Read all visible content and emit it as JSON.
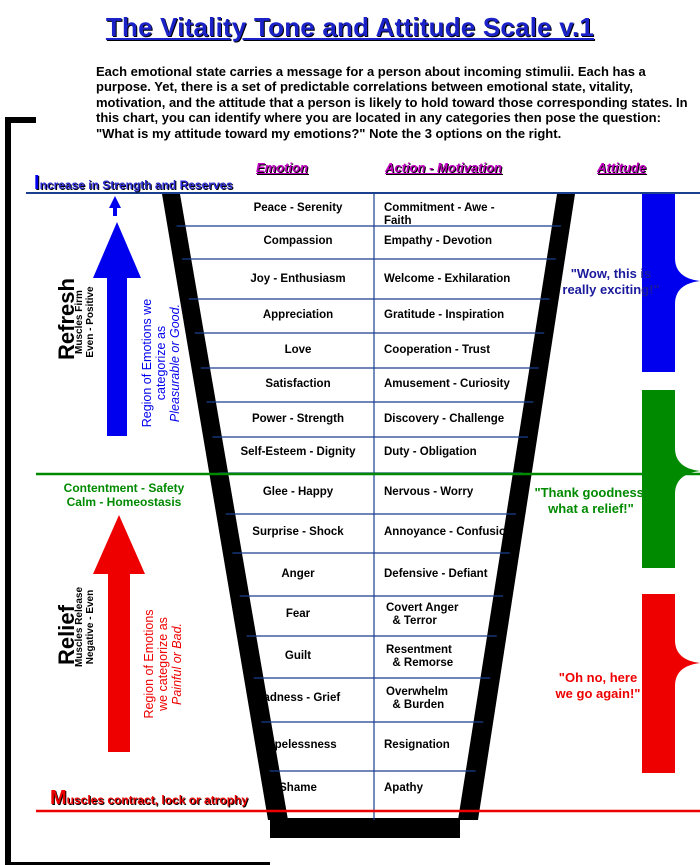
{
  "title": "The Vitality Tone and Attitude Scale v.1",
  "intro": "Each emotional state carries a message for a person about incoming stimulii. Each has a purpose. Yet, there is a set of predictable correlations between emotional state, vitality, motivation, and the attitude that a person is likely to hold toward those corresponding states. In this chart, you can identify where you are located in any categories then pose the question: \"What is my attitude toward my emotions?\" Note the 3 options on the right.",
  "headers": {
    "emotion": "Emotion",
    "action": "Action - Motivation",
    "attitude": "Attitude"
  },
  "top_bar": {
    "initial": "I",
    "rest": "ncrease in Strength and Reserves"
  },
  "bottom_bar": {
    "initial": "M",
    "rest": "uscles contract, lock or atrophy"
  },
  "middle_label": {
    "line1": "Contentment - Safety",
    "line2": "Calm - Homeostasis"
  },
  "refresh": {
    "title": "Refresh",
    "sub1": "Muscles Firm",
    "sub2": "Even - Positive",
    "region1": "Region of Emotions we",
    "region2": "categorize as",
    "region3": "Pleasurable or Good."
  },
  "relief": {
    "title": "Relief",
    "sub1": "Muscles Release",
    "sub2": "Negative - Even",
    "region1": "Region of Emotions",
    "region2": "we categorize as",
    "region3": "Painful or Bad."
  },
  "rows": [
    {
      "emotion": "Peace - Serenity",
      "action": "Commitment - Awe - Faith"
    },
    {
      "emotion": "Compassion",
      "action": "Empathy - Devotion"
    },
    {
      "emotion": "Joy - Enthusiasm",
      "action": "Welcome - Exhilaration"
    },
    {
      "emotion": "Appreciation",
      "action": "Gratitude - Inspiration"
    },
    {
      "emotion": "Love",
      "action": "Cooperation - Trust"
    },
    {
      "emotion": "Satisfaction",
      "action": "Amusement - Curiosity"
    },
    {
      "emotion": "Power - Strength",
      "action": "Discovery - Challenge"
    },
    {
      "emotion": "Self-Esteem - Dignity",
      "action": "Duty - Obligation"
    },
    {
      "emotion": "Glee - Happy",
      "action": "Nervous - Worry"
    },
    {
      "emotion": "Surprise - Shock",
      "action": "Annoyance - Confusion"
    },
    {
      "emotion": "Anger",
      "action": "Defensive - Defiant"
    },
    {
      "emotion": "Fear",
      "action": "Covert Anger\n& Terror"
    },
    {
      "emotion": "Guilt",
      "action": "Resentment\n& Remorse"
    },
    {
      "emotion": "Sadness - Grief",
      "action": "Overwhelm\n& Burden"
    },
    {
      "emotion": "Hopelessness",
      "action": "Resignation"
    },
    {
      "emotion": "Shame",
      "action": "Apathy"
    }
  ],
  "attitudes": {
    "top": {
      "line1": "\"Wow, this is",
      "line2": "really exciting!\""
    },
    "middle": {
      "line1": "\"Thank goodness,",
      "line2": "what a relief!\""
    },
    "bottom": {
      "line1": "\"Oh no, here",
      "line2": "we go again!\""
    }
  },
  "colors": {
    "title": "#1a22c8",
    "blue": "#0000ee",
    "green": "#008a00",
    "red": "#ee0000",
    "header": "#c000c0",
    "line": "#1b3f8f"
  }
}
